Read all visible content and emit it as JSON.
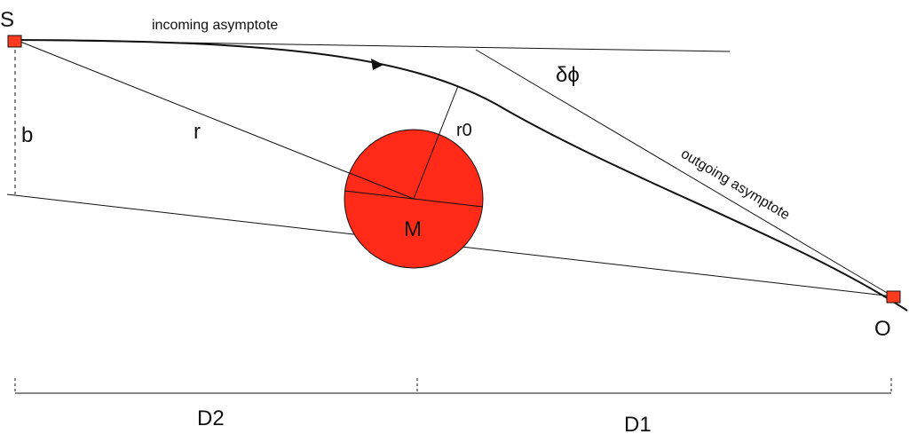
{
  "labels": {
    "source": "S",
    "observer": "O",
    "mass": "M",
    "impact_parameter": "b",
    "distance": "r",
    "closest_approach": "r0",
    "deflection": "δϕ",
    "incoming": "incoming asymptote",
    "outgoing": "outgoing asymptote",
    "d2": "D2",
    "d1": "D1"
  },
  "colors": {
    "mass_fill": "#ff2a17",
    "marker_fill": "#ff3a1f",
    "line": "#111111"
  }
}
